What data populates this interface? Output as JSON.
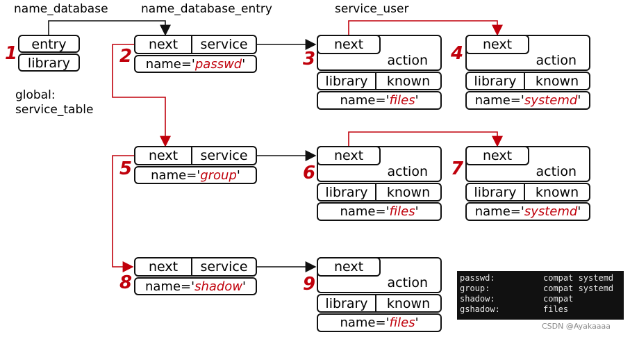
{
  "labels": {
    "name_database": "name_database",
    "name_database_entry": "name_database_entry",
    "service_user": "service_user",
    "global": "global:",
    "service_table": "service_table"
  },
  "numbers": [
    "1",
    "2",
    "3",
    "4",
    "5",
    "6",
    "7",
    "8",
    "9"
  ],
  "name_database_box": {
    "entry": "entry",
    "library": "library"
  },
  "entries": [
    {
      "next": "next",
      "service": "service",
      "name_prefix": "name='",
      "name_value": "passwd",
      "name_suffix": "'"
    },
    {
      "next": "next",
      "service": "service",
      "name_prefix": "name='",
      "name_value": "group",
      "name_suffix": "'"
    },
    {
      "next": "next",
      "service": "service",
      "name_prefix": "name='",
      "name_value": "shadow",
      "name_suffix": "'"
    }
  ],
  "services": [
    {
      "next": "next",
      "action": "action",
      "library": "library",
      "known": "known",
      "name_prefix": "name='",
      "name_value": "files",
      "name_suffix": "'"
    },
    {
      "next": "next",
      "action": "action",
      "library": "library",
      "known": "known",
      "name_prefix": "name='",
      "name_value": "systemd",
      "name_suffix": "'"
    },
    {
      "next": "next",
      "action": "action",
      "library": "library",
      "known": "known",
      "name_prefix": "name='",
      "name_value": "files",
      "name_suffix": "'"
    },
    {
      "next": "next",
      "action": "action",
      "library": "library",
      "known": "known",
      "name_prefix": "name='",
      "name_value": "systemd",
      "name_suffix": "'"
    },
    {
      "next": "next",
      "action": "action",
      "library": "library",
      "known": "known",
      "name_prefix": "name='",
      "name_value": "files",
      "name_suffix": "'"
    }
  ],
  "terminal": [
    {
      "key": "passwd:",
      "value": "compat systemd"
    },
    {
      "key": "group:",
      "value": "compat systemd"
    },
    {
      "key": "shadow:",
      "value": "compat"
    },
    {
      "key": "gshadow:",
      "value": "files"
    }
  ],
  "watermark": "CSDN @Ayakaaaa",
  "colors": {
    "red": "#c0000b",
    "black": "#111111"
  }
}
